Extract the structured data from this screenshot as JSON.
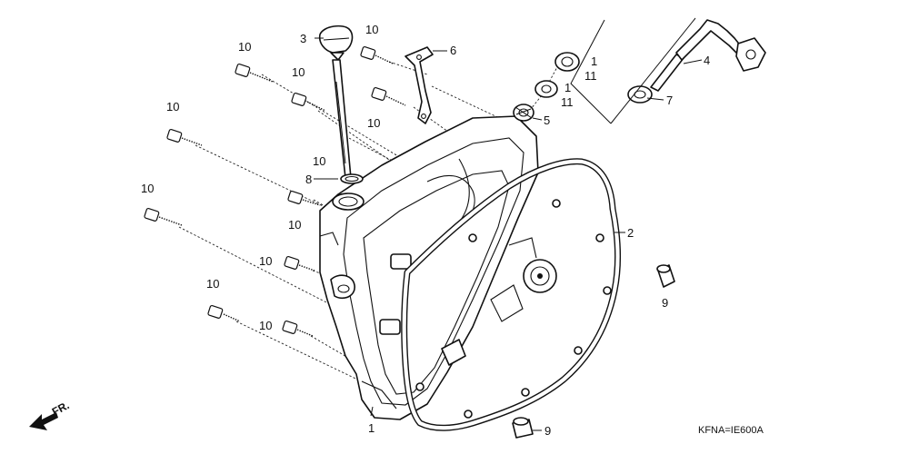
{
  "diagram": {
    "diagram_code": "KFNA=IE600A",
    "direction_marker": "FR.",
    "callouts": [
      {
        "id": "c-3",
        "text": "3"
      },
      {
        "id": "c-10a",
        "text": "10"
      },
      {
        "id": "c-10b",
        "text": "10"
      },
      {
        "id": "c-10c",
        "text": "10"
      },
      {
        "id": "c-10d",
        "text": "10"
      },
      {
        "id": "c-10e",
        "text": "10"
      },
      {
        "id": "c-10f",
        "text": "10"
      },
      {
        "id": "c-10g",
        "text": "10"
      },
      {
        "id": "c-10h",
        "text": "10"
      },
      {
        "id": "c-10i",
        "text": "10"
      },
      {
        "id": "c-10j",
        "text": "10"
      },
      {
        "id": "c-10k",
        "text": "10"
      },
      {
        "id": "c-6",
        "text": "6"
      },
      {
        "id": "c-1a",
        "text": "1"
      },
      {
        "id": "c-11a",
        "text": "11"
      },
      {
        "id": "c-1b",
        "text": "1"
      },
      {
        "id": "c-11b",
        "text": "11"
      },
      {
        "id": "c-5",
        "text": "5"
      },
      {
        "id": "c-4",
        "text": "4"
      },
      {
        "id": "c-7",
        "text": "7"
      },
      {
        "id": "c-8",
        "text": "8"
      },
      {
        "id": "c-2",
        "text": "2"
      },
      {
        "id": "c-9a",
        "text": "9"
      },
      {
        "id": "c-9b",
        "text": "9"
      },
      {
        "id": "c-1c",
        "text": "1"
      }
    ]
  }
}
